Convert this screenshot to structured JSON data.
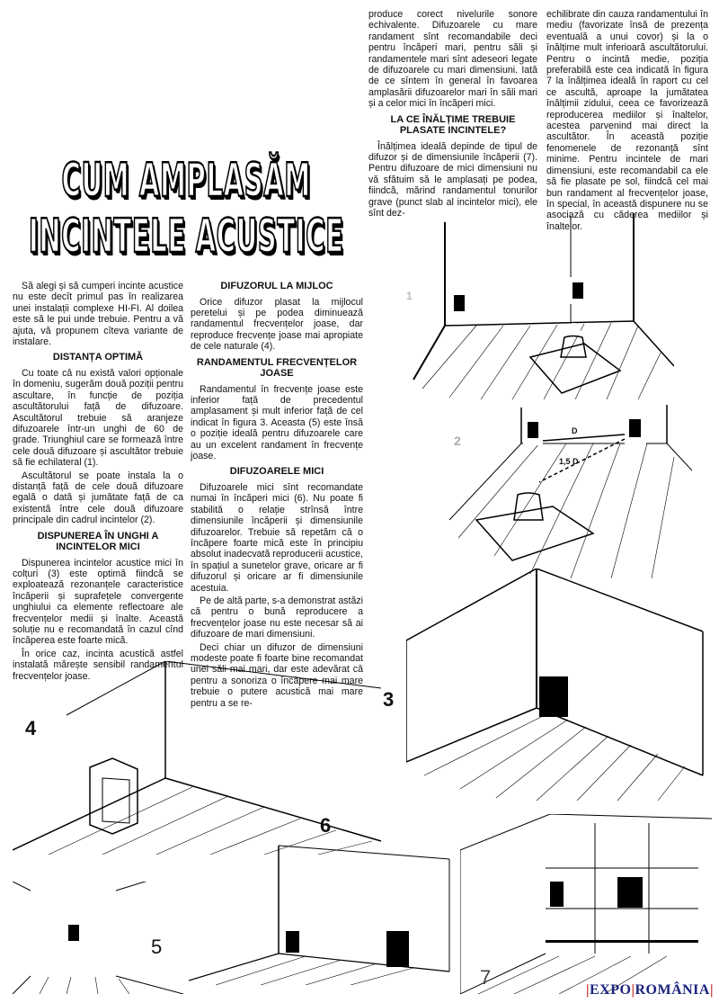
{
  "title": {
    "line1": "CUM AMPLASĂM",
    "line2": "INCINTELE ACUSTICE"
  },
  "col1": {
    "intro": "Să alegi și să cumperi incinte acustice nu este decît primul pas în realizarea unei instalații complexe HI-FI. Al doilea este să le pui unde trebuie. Pentru a vă ajuta, vă propunem cîteva variante de instalare.",
    "h_distanta": "DISTANȚA OPTIMĂ",
    "p_distanta1": "Cu toate că nu există valori opționale în domeniu, sugerăm două poziții pentru ascultare, în funcție de poziția ascultătorului față de difuzoare. Ascultătorul trebuie să aranjeze difuzoarele într-un unghi de 60 de grade. Triunghiul care se formează între cele două difuzoare și ascultător trebuie să fie echilateral (1).",
    "p_distanta2": "Ascultătorul se poate instala la o distanță față de cele două difuzoare egală o dată și jumătate față de ca existentă între cele două difuzoare principale din cadrul incintelor (2).",
    "h_unghi": "DISPUNEREA ÎN UNGHI A INCINTELOR MICI",
    "p_unghi1": "Dispunerea incintelor acustice mici în colțuri (3) este optimă fiindcă se exploatează rezonanțele caracteristice încăperii și suprafețele convergente unghiului ca elemente reflectoare ale frecvențelor medii și înalte. Această soluție nu e recomandată în cazul cînd încăperea este foarte mică.",
    "p_unghi2": "În orice caz, incinta acustică astfel instalată mărește sensibil randamentul frecvențelor joase."
  },
  "col2": {
    "h_mijloc": "DIFUZORUL LA MIJLOC",
    "p_mijloc": "Orice difuzor plasat la mijlocul peretelui și pe podea diminuează randamentul frecvențelor joase, dar reproduce frecvențe joase mai apropiate de cele naturale (4).",
    "h_randament": "RANDAMENTUL FRECVENȚELOR JOASE",
    "p_randament": "Randamentul în frecvențe joase este inferior față de precedentul amplasament și mult inferior față de cel indicat în figura 3. Aceasta (5) este însă o poziție ideală pentru difuzoarele care au un excelent randament în frecvențe joase.",
    "h_mici": "DIFUZOARELE MICI",
    "p_mici1": "Difuzoarele mici sînt recomandate numai în încăperi mici (6). Nu poate fi stabilită o relație strînsă între dimensiunile încăperii și dimensiunile difuzoarelor. Trebuie să repetăm că o încăpere foarte mică este în principiu absolut inadecvată reproducerii acustice, în spațiul a sunetelor grave, oricare ar fi difuzorul și oricare ar fi dimensiunile acestuia.",
    "p_mici2": "Pe de altă parte, s-a demonstrat astăzi că pentru o bună reproducere a frecvențelor joase nu este necesar să ai difuzoare de mari dimensiuni.",
    "p_mici3": "Deci chiar un difuzor de dimensiuni modeste poate fi foarte bine recomandat unei săli mai mari, dar este adevărat că pentru a sonoriza o încăpere mai mare trebuie o putere acustică mai mare pentru a se re-"
  },
  "col3": {
    "p_cont": "produce corect nivelurile sonore echivalente. Difuzoarele cu mare randament sînt recomandabile deci pentru încăperi mari, pentru săli și randamentele mari sînt adeseori legate de difuzoarele cu mari dimensiuni. Iată de ce sîntem în general în favoarea amplasării difuzoarelor mari în săli mari și a celor mici în încăperi mici.",
    "h_inaltime": "LA CE ÎNĂLȚIME TREBUIE PLASATE INCINTELE?",
    "p_inaltime": "Înălțimea ideală depinde de tipul de difuzor și de dimensiunile încăperii (7). Pentru difuzoare de mici dimensiuni nu vă sfătuim să le amplasați pe podea, fiindcă, mărind randamentul tonurilor grave (punct slab al incintelor mici), ele sînt dez-"
  },
  "col4": {
    "p_cont": "echilibrate din cauza randamentului în mediu (favorizate însă de prezența eventuală a unui covor) și la o înălțime mult inferioară ascultătorului. Pentru o incintă medie, poziția preferabilă este cea indicată în figura 7 la înălțimea ideală în raport cu cel ce ascultă, aproape la jumătatea înălțimii zidului, ceea ce favorizează reproducerea mediilor și înaltelor, acestea parvenind mai direct la ascultător. În această poziție fenomenele de rezonanță sînt minime. Pentru incintele de mari dimensiuni, este recomandabil ca ele să fie plasate pe sol, fiindcă cel mai bun randament al frecvențelor joase, în special, în această dispunere nu se asociază cu căderea mediilor și înaltelor."
  },
  "figures": {
    "fig1_label": "1",
    "fig2_label": "2",
    "fig3_label": "3",
    "fig4_label": "4",
    "fig5_label": "5",
    "fig6_label": "6",
    "fig7_label": "7",
    "fig2_D1": "D",
    "fig2_D2": "1,5 D"
  },
  "logo": {
    "left": "EXPO",
    "right": "ROMÂNIA"
  }
}
